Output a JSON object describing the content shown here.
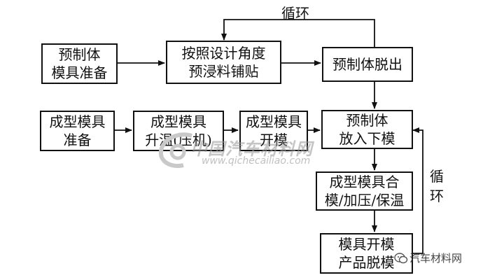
{
  "diagram": {
    "top_row": {
      "mold_prep": [
        "预制体",
        "模具准备"
      ],
      "preimpregnate": [
        "按照设计角度",
        "预浸料铺贴"
      ],
      "demold": "预制体脱出",
      "loop_label": "循环"
    },
    "second_row": {
      "forming_mold_prep": [
        "成型模具",
        "准备"
      ],
      "heat": [
        "成型模具",
        "升温(压机)"
      ],
      "open": [
        "成型模具",
        "开模"
      ],
      "place": [
        "预制体",
        "放入下模"
      ]
    },
    "right_column": {
      "close": [
        "成型模具合",
        "模/加压/保温"
      ],
      "release": [
        "模具开模",
        "产品脱模"
      ],
      "loop_label": [
        "循",
        "环"
      ]
    }
  },
  "watermark": {
    "brand_cn": "中国汽车材料网",
    "url": "www.qichecailiao.com",
    "corner_cn": "汽车材料网"
  }
}
